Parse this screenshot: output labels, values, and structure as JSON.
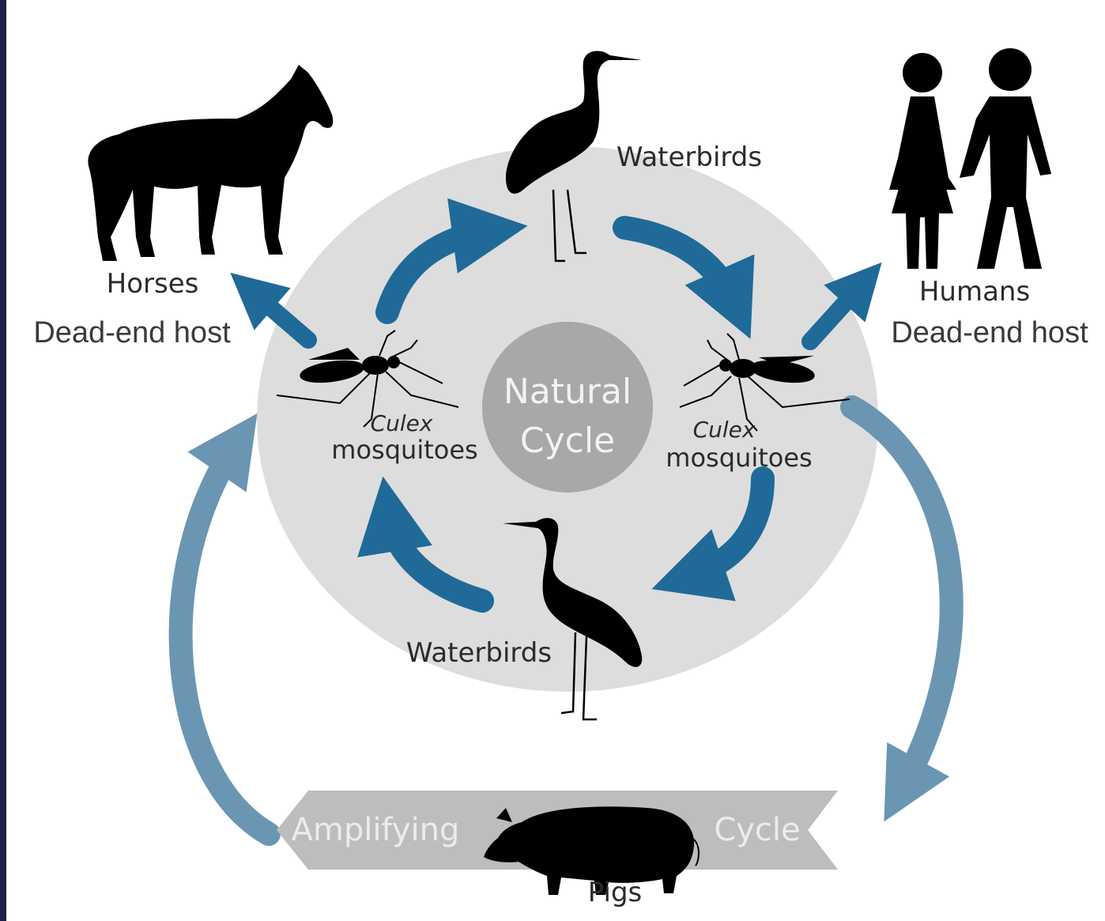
{
  "labels": {
    "waterbirds_top": "Waterbirds",
    "waterbirds_bottom": "Waterbirds",
    "horses": "Horses",
    "horses_note": "Dead-end host",
    "humans": "Humans",
    "humans_note": "Dead-end host",
    "culex_left": "Culex",
    "mosq_left": "mosquitoes",
    "culex_right": "Culex",
    "mosq_right": "mosquitoes",
    "natural_line1": "Natural",
    "natural_line2": "Cycle",
    "amplifying": "Amplifying",
    "cycle": "Cycle",
    "pigs": "Pigs"
  },
  "colors": {
    "background": "#1f2046",
    "natural_circle": "#dddddd",
    "center_disk": "#a8a8a8",
    "natural_arrow": "#1f6a98",
    "amplifying_arrow": "#6a96b4",
    "band": "#bdbdbd",
    "silhouette": "#000000"
  }
}
